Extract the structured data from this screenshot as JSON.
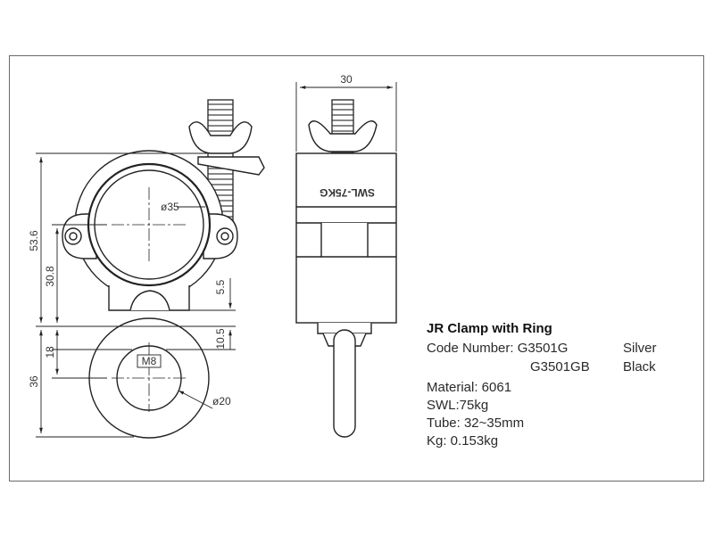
{
  "dimensions": {
    "top_width": "30",
    "overall_height": "53.6",
    "body_height": "30.8",
    "boss_height": "5.5",
    "ring_offset": "10.5",
    "ring_center": "18",
    "ring_height": "36",
    "tube_diameter": "ø35",
    "ring_diameter": "ø20",
    "thread": "M8",
    "swl_marking": "SWL-75KG"
  },
  "specs": {
    "title": "JR Clamp with Ring",
    "code_label": "Code Number: G3501G",
    "code_1_color": "Silver",
    "code_2": "G3501GB",
    "code_2_color": "Black",
    "material": "Material: 6061",
    "swl": "SWL:75kg",
    "tube": "Tube: 32~35mm",
    "weight": "Kg: 0.153kg"
  }
}
